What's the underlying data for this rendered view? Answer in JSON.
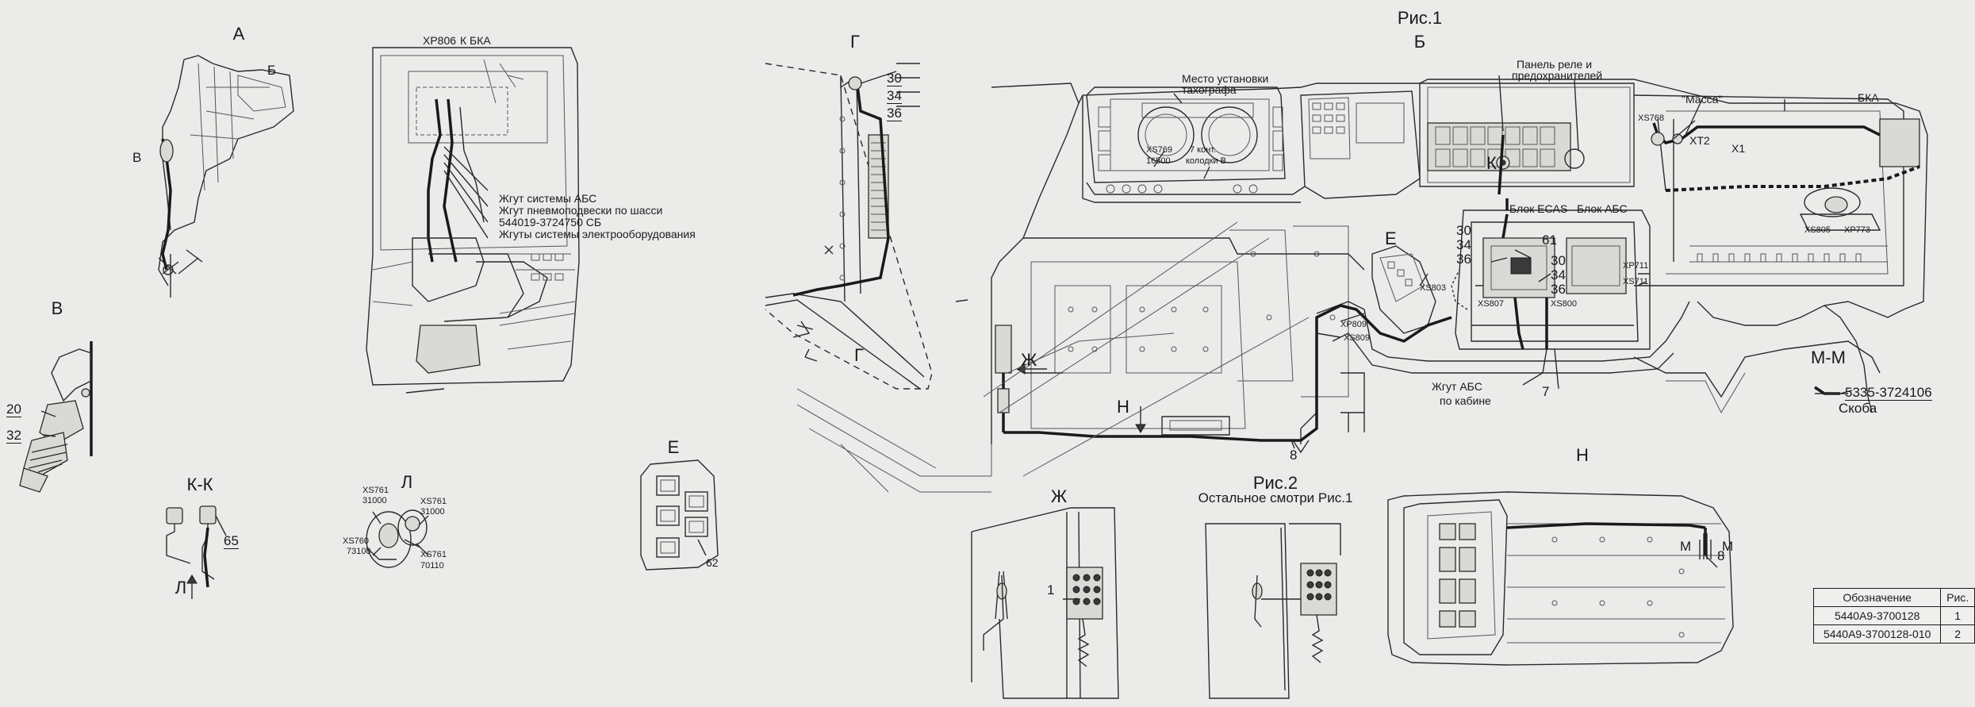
{
  "views": {
    "fig1": "Рис.1",
    "fig2": "Рис.2",
    "fig2_note": "Остальное смотри Рис.1",
    "a": "А",
    "b_top": "Б",
    "b_main": "Б",
    "v": "В",
    "v_mark": "В",
    "g": "Г",
    "e": "Е",
    "e_mark": "Е",
    "zh": "Ж",
    "zh_mark": "Ж",
    "n": "Н",
    "n_mark": "Н",
    "kk": "К-К",
    "k_mark": "К",
    "l": "Л",
    "l_mark": "Л",
    "mm": "М-М",
    "m_left": "М",
    "m_right": "М"
  },
  "callouts": {
    "xp806": "ХР806",
    "k_bka": "К БКА",
    "abs_harness": "Жгут системы АБС",
    "pneumo_harness": "Жгут пневмоподвески по шасси",
    "part_544019": "544019-3724750 СБ",
    "electro_harness": "Жгуты системы электрооборудования",
    "tacho1": "Место установки",
    "tacho2": "тахографа",
    "xs769": "ХS769",
    "n16500": "16500",
    "kont7": "7 конт.",
    "kolodki": "колодки В",
    "panel1": "Панель реле и",
    "panel2": "предохранителей",
    "massa": "\"Масса\"",
    "bka": "БКА",
    "xs768": "ХS768",
    "xt2": "ХТ2",
    "x1": "Х1",
    "xs805": "ХS805",
    "xp773": "ХР773",
    "block_ecas": "Блок ECAS",
    "block_abs": "Блок АБС",
    "n61": "61",
    "n30a": "30",
    "n34a": "34",
    "n36a": "36",
    "n30b": "30",
    "n34b": "34",
    "n36b": "36",
    "n30g": "30",
    "n34g": "34",
    "n36g": "36",
    "xs807": "ХS807",
    "xs800": "ХS800",
    "xp711": "ХР711",
    "xs711": "ХS711",
    "xs803": "ХS803",
    "xp809": "ХР809",
    "xs809": "ХS809",
    "abs_cab1": "Жгут АБС",
    "abs_cab2": "по кабине",
    "n7": "7",
    "n8": "8",
    "n8b": "8",
    "n20": "20",
    "n32": "32",
    "n65": "65",
    "n62": "62",
    "n1a": "1",
    "xs761a": "ХS761",
    "n31000a": "31000",
    "xs761b": "ХS761",
    "n31000b": "31000",
    "xs760": "ХS760",
    "n73100": "73100",
    "xs761c": "ХS761",
    "n70110": "70110",
    "bracket_part": "5335-3724106",
    "bracket": "Скоба"
  },
  "spec_table": {
    "headers": [
      "Обозначение",
      "Рис."
    ],
    "rows": [
      [
        "5440А9-3700128",
        "1"
      ],
      [
        "5440А9-3700128-010",
        "2"
      ]
    ]
  }
}
